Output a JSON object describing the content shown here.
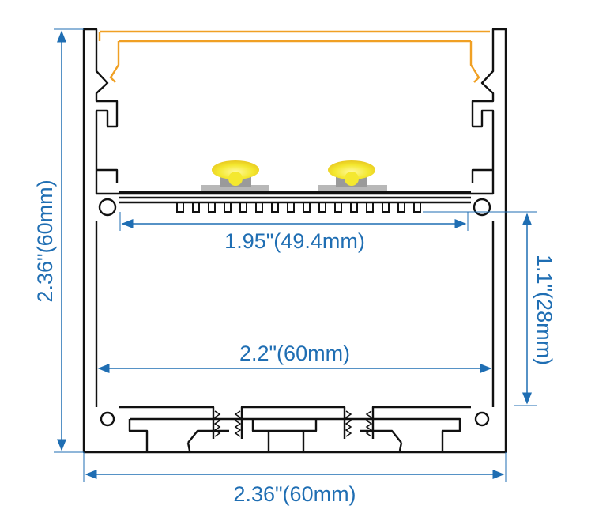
{
  "diagram": {
    "title": "LED aluminum profile cross-section",
    "dimensions": {
      "overall_height": "2.36\"(60mm)",
      "overall_width": "2.36\"(60mm)",
      "inner_width": "2.2\"(60mm)",
      "led_plate_width": "1.95\"(49.4mm)",
      "lower_chamber_height": "1.1\"(28mm)"
    },
    "colors": {
      "dimension": "#1f6eb3",
      "profile": "#111111",
      "diffuser": "#f0a024",
      "led": "#f4ec3c",
      "led_base": "#9a9a9a"
    }
  }
}
